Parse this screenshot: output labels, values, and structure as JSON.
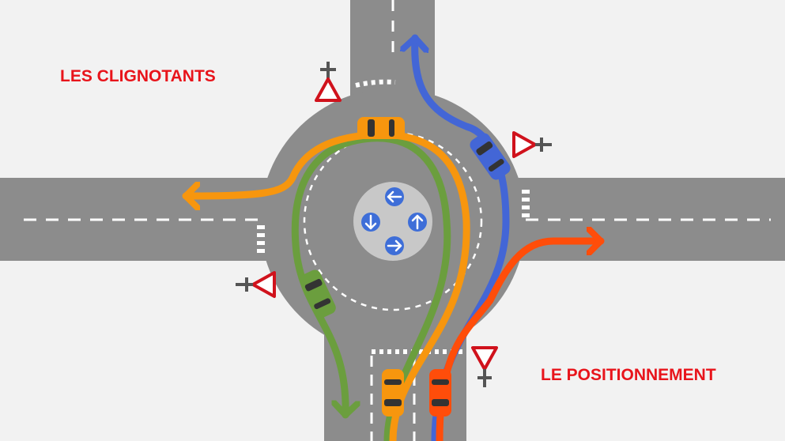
{
  "labels": {
    "top_left": "LES CLIGNOTANTS",
    "bottom_right": "LE POSITIONNEMENT"
  },
  "colors": {
    "road": "#8c8c8c",
    "island": "#c8c8c8",
    "sign_blue": "#3e6ed8",
    "text_red": "#e8141b",
    "orange": "#f7960e",
    "green": "#6b9e3e",
    "blue": "#4366d6",
    "red_orange": "#ff4d0a"
  },
  "signs": [
    "yield-sign",
    "yield-sign",
    "yield-sign",
    "yield-sign"
  ],
  "island_signs": [
    "arrow-left-icon",
    "arrow-down-icon",
    "arrow-up-icon",
    "arrow-right-icon"
  ],
  "cars": [
    "orange-car",
    "blue-car",
    "green-car",
    "orange-car",
    "red-car"
  ]
}
